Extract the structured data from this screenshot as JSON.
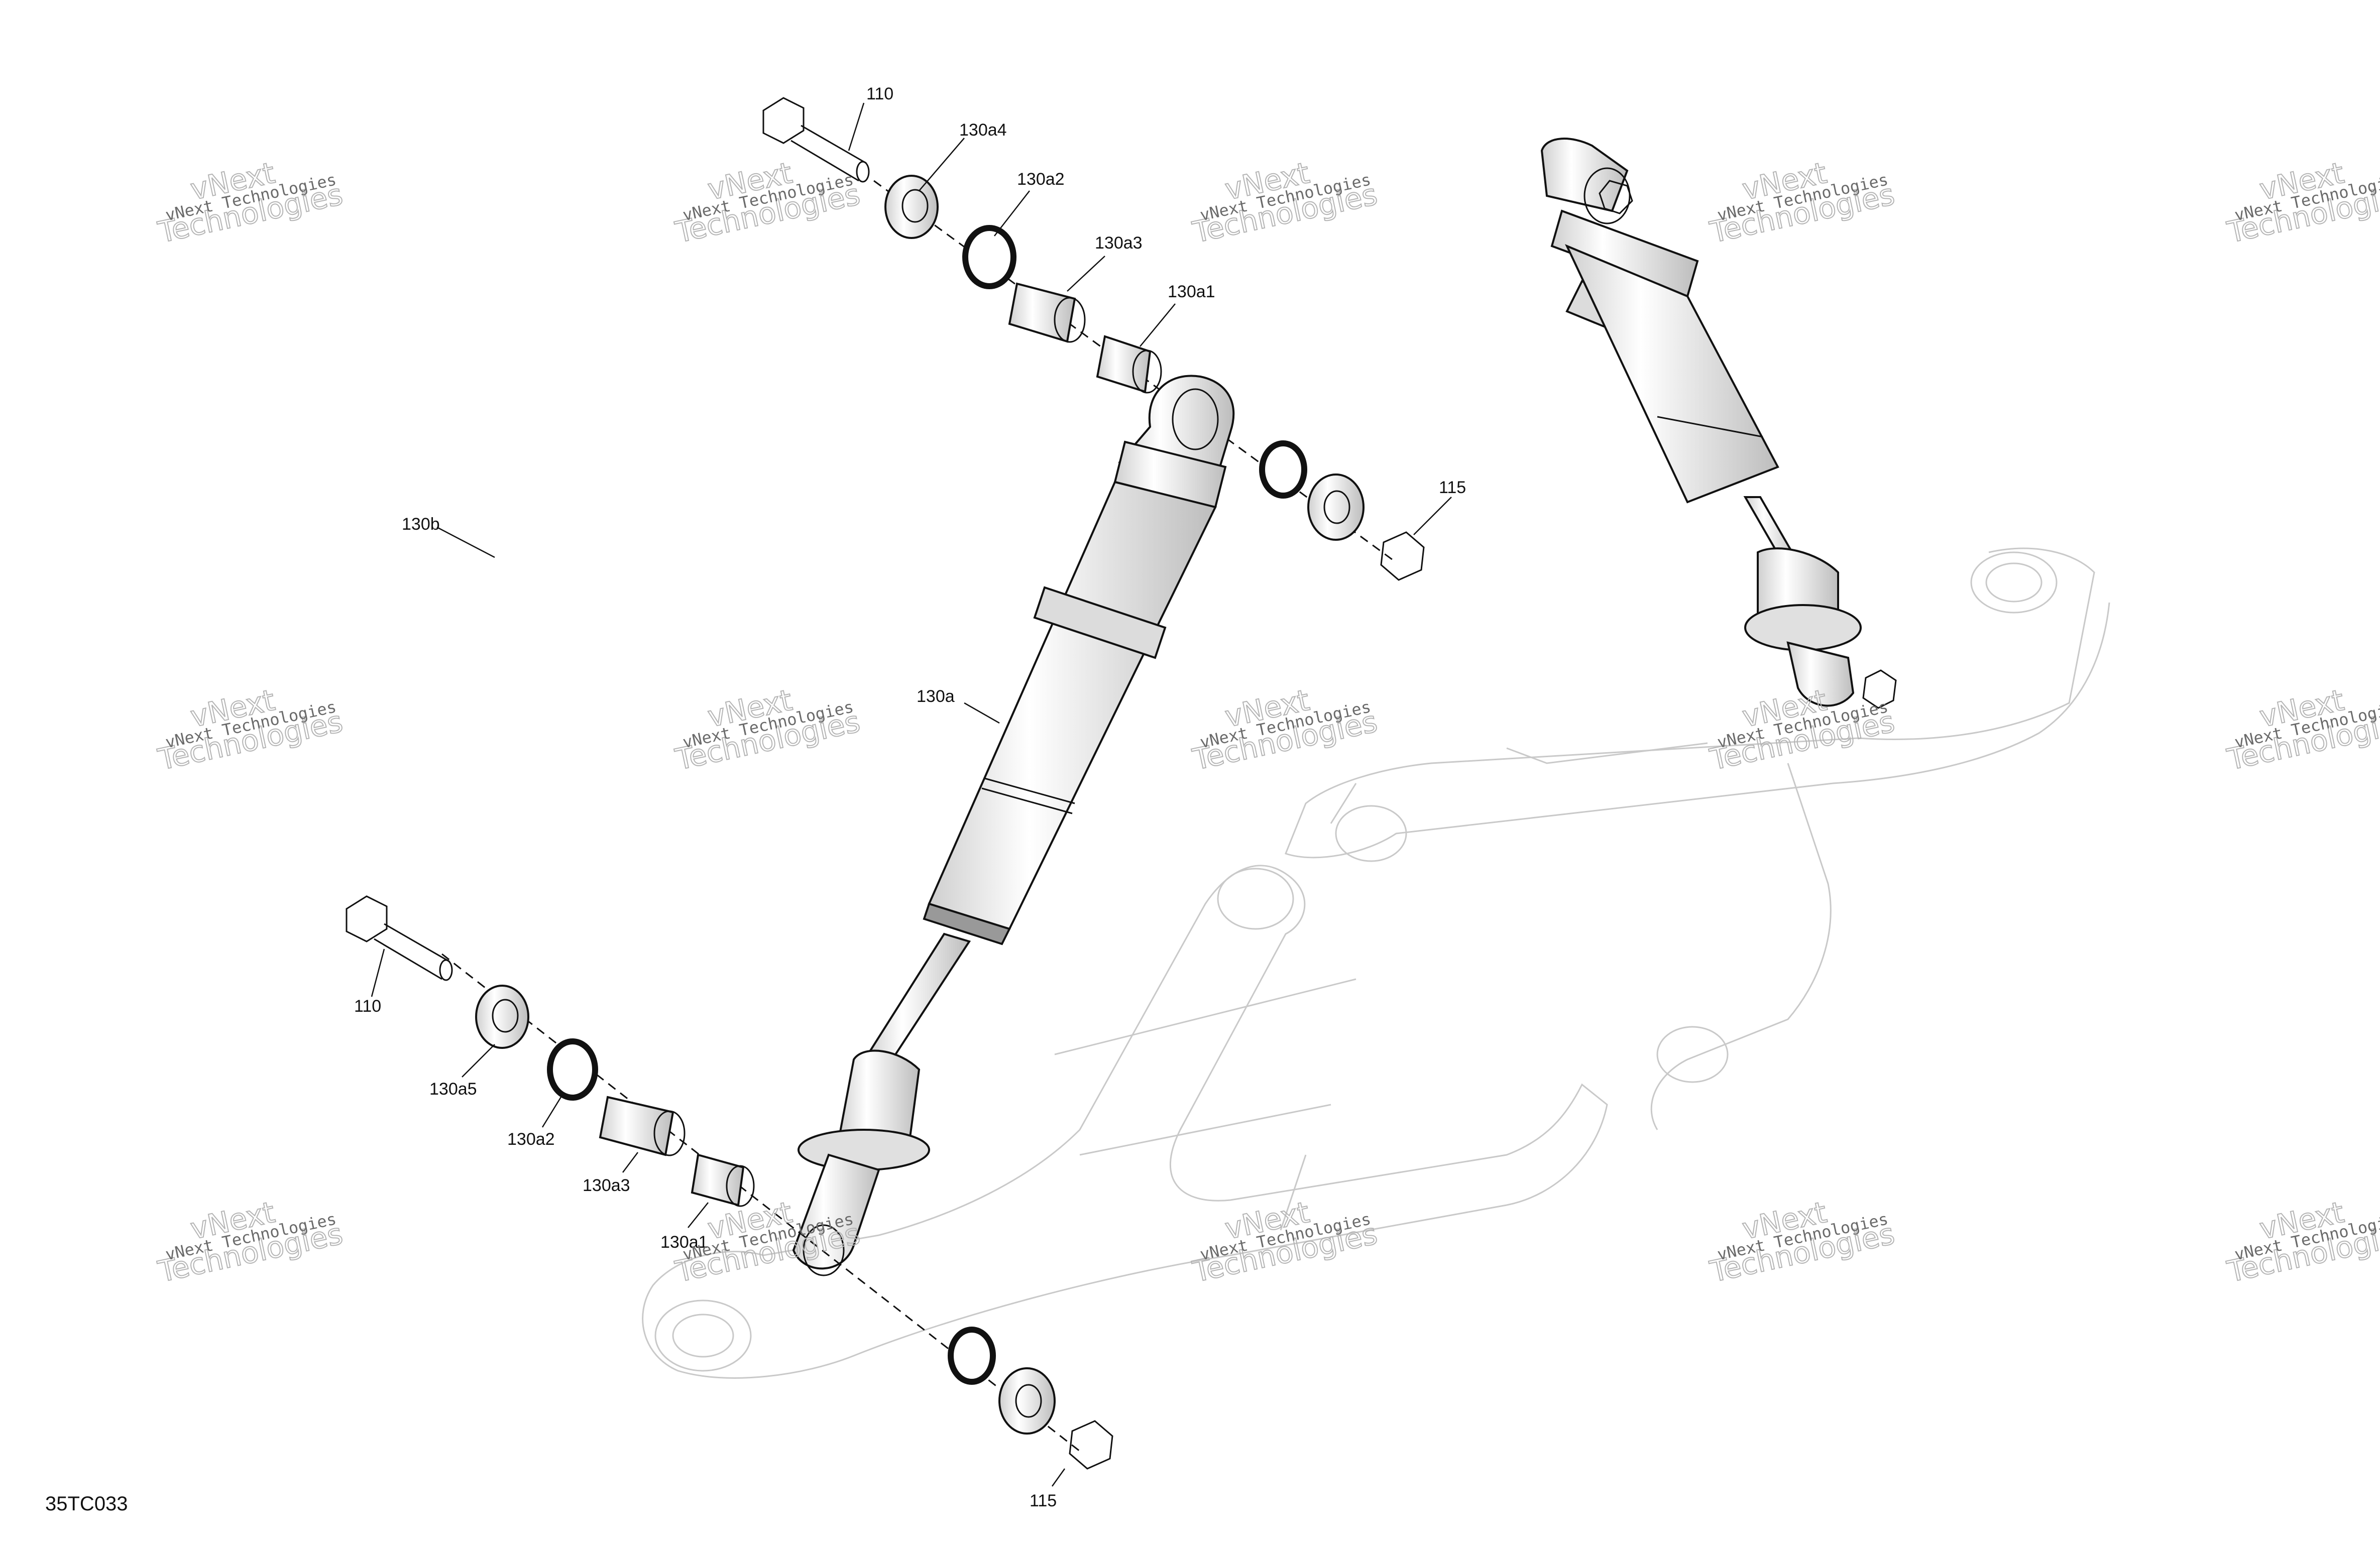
{
  "drawing_number": "35TC033",
  "watermark": {
    "line1": "vNext Technologies",
    "line2": "vNext",
    "line3": "Technologies"
  },
  "callouts": {
    "bolt_top": "110",
    "washer_top": "130a4",
    "seal_top": "130a2",
    "spacer_top": "130a3",
    "bushing_top": "130a1",
    "nut_top": "115",
    "spring": "130b",
    "shock": "130a",
    "bolt_bottom": "110",
    "washer_bottom": "130a5",
    "seal_bottom": "130a2",
    "spacer_bottom": "130a3",
    "bushing_bottom": "130a1",
    "nut_bottom": "115"
  },
  "colors": {
    "line": "#111111",
    "ghost": "#c9c9c9",
    "body_fill": "#e9e9e9",
    "watermark": "#b4b4b4"
  }
}
